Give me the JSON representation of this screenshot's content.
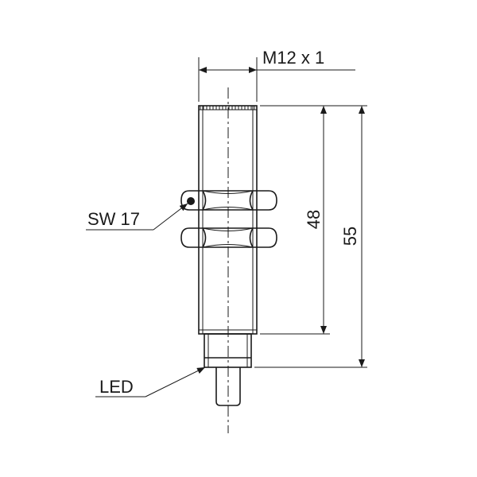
{
  "labels": {
    "thread": "M12 x 1",
    "wrench_size": "SW 17",
    "led": "LED",
    "dim_thread_length": "48",
    "dim_total_length": "55"
  }
}
